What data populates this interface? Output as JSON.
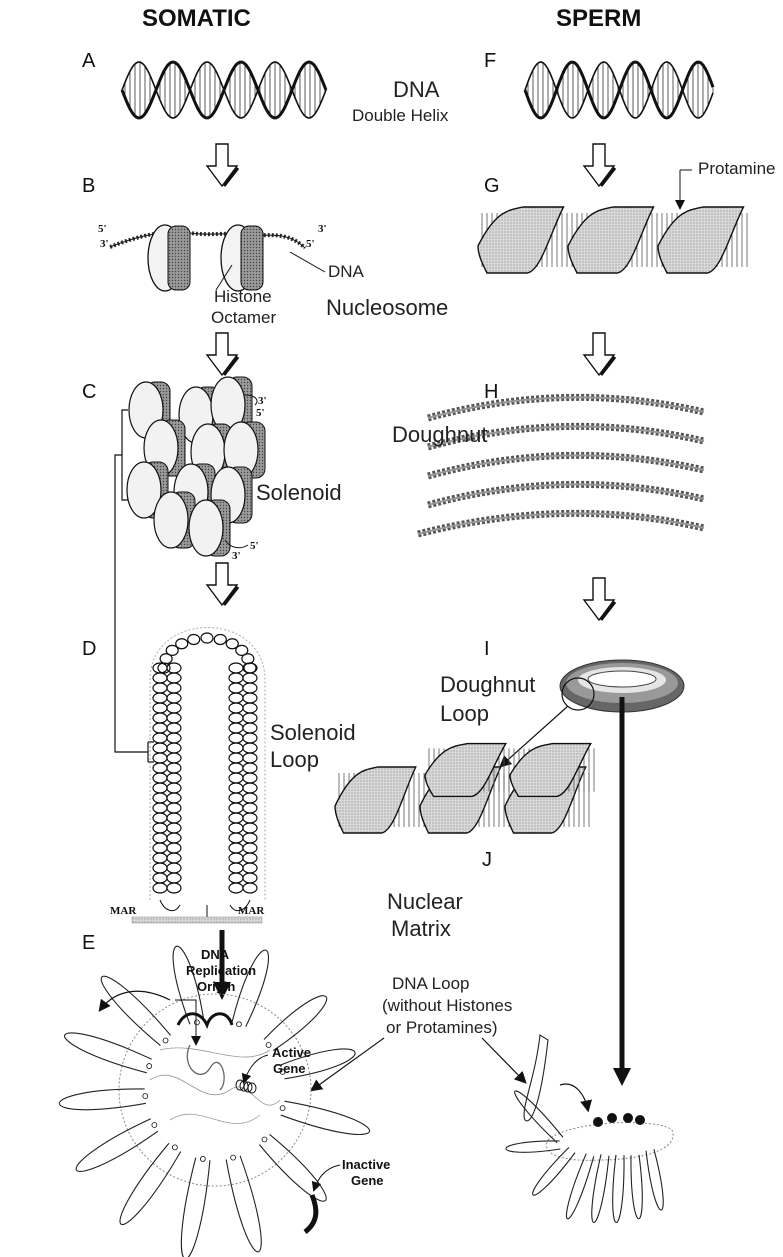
{
  "headers": {
    "somatic": "SOMATIC",
    "sperm": "SPERM"
  },
  "panels": {
    "A": "A",
    "B": "B",
    "C": "C",
    "D": "D",
    "E": "E",
    "F": "F",
    "G": "G",
    "H": "H",
    "I": "I",
    "J": "J"
  },
  "labels": {
    "dna": "DNA",
    "double_helix": "Double Helix",
    "protamine": "Protamine",
    "dna_small": "DNA",
    "histone": "Histone",
    "octamer": "Octamer",
    "nucleosome": "Nucleosome",
    "doughnut": "Doughnut",
    "solenoid": "Solenoid",
    "solenoid_l1": "Solenoid",
    "solenoid_l2": "Loop",
    "doughnut_l1": "Doughnut",
    "doughnut_l2": "Loop",
    "mar_left": "MAR",
    "mar_right": "MAR",
    "nuclear": "Nuclear",
    "matrix": "Matrix",
    "dna_loop_l1": "DNA Loop",
    "dna_loop_l2": "(without Histones",
    "dna_loop_l3": "or Protamines)",
    "rep_l1": "DNA",
    "rep_l2": "Replication",
    "rep_l3": "Origin",
    "active_l1": "Active",
    "active_l2": "Gene",
    "inactive_l1": "Inactive",
    "inactive_l2": "Gene",
    "p5a": "5'",
    "p3a": "3'",
    "p3b": "3'",
    "p5b": "5'",
    "p3c": "3'",
    "p5c": "5'",
    "p5d": "5'",
    "p3d": "3'"
  }
}
